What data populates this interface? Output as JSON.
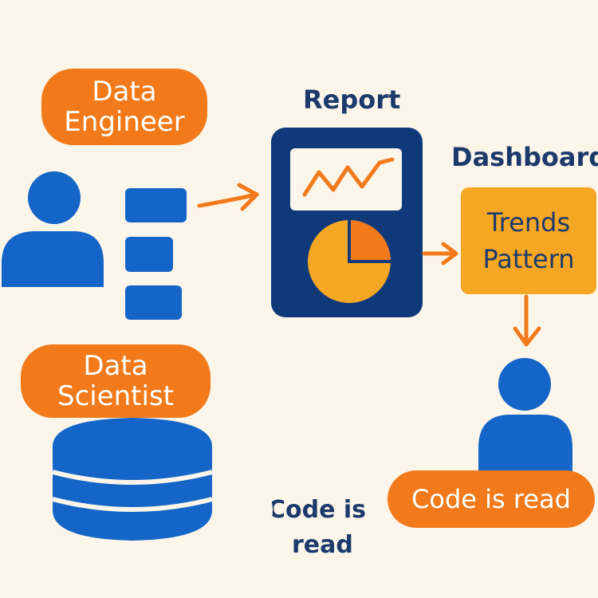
{
  "labels": {
    "engineer_line1": "Data",
    "engineer_line2": "Engineer",
    "scientist_line1": "Data",
    "scientist_line2": "Scientist",
    "report": "Report",
    "dashboard": "Dashboard",
    "trends_line1": "Trends",
    "trends_line2": "Pattern",
    "code_pill": "Code is read",
    "code_floating_line1": "Code is",
    "code_floating_line2": "read"
  },
  "colors": {
    "background": "#fcf5ea",
    "orange": "#f27a1a",
    "blue": "#1565c8",
    "navy": "#1b3a6b",
    "amber": "#f5a623"
  }
}
